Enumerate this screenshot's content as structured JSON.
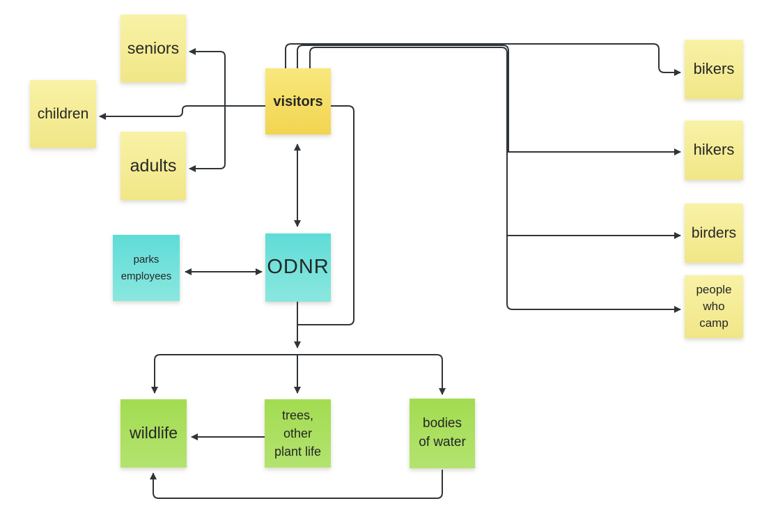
{
  "app": {
    "type": "whiteboard-sticky-note-diagram",
    "background": "#ffffff"
  },
  "palette": {
    "yellow_top": "#f8f2a6",
    "yellow_bottom": "#f1e687",
    "gold_top": "#f9e87e",
    "gold_bottom": "#f2d450",
    "teal_top": "#5fdcd7",
    "teal_bottom": "#8ae7df",
    "green_top": "#a2dc50",
    "green_bottom": "#b3e370",
    "line": "#2f3438",
    "text": "#262626"
  },
  "notes": [
    {
      "id": "seniors",
      "label": "seniors",
      "color": "yellow"
    },
    {
      "id": "children",
      "label": "children",
      "color": "yellow"
    },
    {
      "id": "adults",
      "label": "adults",
      "color": "yellow"
    },
    {
      "id": "visitors",
      "label": "visitors",
      "color": "gold"
    },
    {
      "id": "bikers",
      "label": "bikers",
      "color": "yellow"
    },
    {
      "id": "hikers",
      "label": "hikers",
      "color": "yellow"
    },
    {
      "id": "birders",
      "label": "birders",
      "color": "yellow"
    },
    {
      "id": "people-who-camp",
      "label": "people\nwho\ncamp",
      "color": "yellow"
    },
    {
      "id": "parks-employees",
      "label": "parks\nemployees",
      "color": "teal"
    },
    {
      "id": "odnr",
      "label": "ODNR",
      "color": "teal"
    },
    {
      "id": "wildlife",
      "label": "wildlife",
      "color": "green"
    },
    {
      "id": "trees-other-plant-life",
      "label": "trees,\nother\nplant life",
      "color": "green"
    },
    {
      "id": "bodies-of-water",
      "label": "bodies\nof water",
      "color": "green"
    }
  ],
  "edges": [
    {
      "id": "visitors-seniors",
      "from": "visitors",
      "to": "seniors",
      "style": "arrow"
    },
    {
      "id": "visitors-children",
      "from": "visitors",
      "to": "children",
      "style": "arrow"
    },
    {
      "id": "visitors-adults",
      "from": "visitors",
      "to": "adults",
      "style": "arrow"
    },
    {
      "id": "visitors-bikers",
      "from": "visitors",
      "to": "bikers",
      "style": "arrow"
    },
    {
      "id": "visitors-hikers",
      "from": "visitors",
      "to": "hikers",
      "style": "arrow"
    },
    {
      "id": "visitors-birders",
      "from": "visitors",
      "to": "birders",
      "style": "arrow"
    },
    {
      "id": "visitors-people-who-camp",
      "from": "visitors",
      "to": "people-who-camp",
      "style": "arrow"
    },
    {
      "id": "visitors-odnr",
      "from": "visitors",
      "to": "odnr",
      "style": "double-arrow"
    },
    {
      "id": "parks-employees-odnr",
      "from": "parks-employees",
      "to": "odnr",
      "style": "double-arrow"
    },
    {
      "id": "visitors-nature-trunk",
      "from": "visitors",
      "to": "nature-junction",
      "style": "line"
    },
    {
      "id": "odnr-nature-stem",
      "from": "odnr",
      "to": "nature-junction",
      "style": "arrow"
    },
    {
      "id": "fan-wildlife",
      "from": "nature-junction",
      "to": "wildlife",
      "style": "arrow"
    },
    {
      "id": "fan-trees",
      "from": "nature-junction",
      "to": "trees-other-plant-life",
      "style": "arrow"
    },
    {
      "id": "fan-bodies-of-water",
      "from": "nature-junction",
      "to": "bodies-of-water",
      "style": "arrow"
    },
    {
      "id": "trees-wildlife",
      "from": "trees-other-plant-life",
      "to": "wildlife",
      "style": "arrow"
    },
    {
      "id": "bodies-of-water-wildlife",
      "from": "bodies-of-water",
      "to": "wildlife",
      "style": "arrow"
    }
  ]
}
